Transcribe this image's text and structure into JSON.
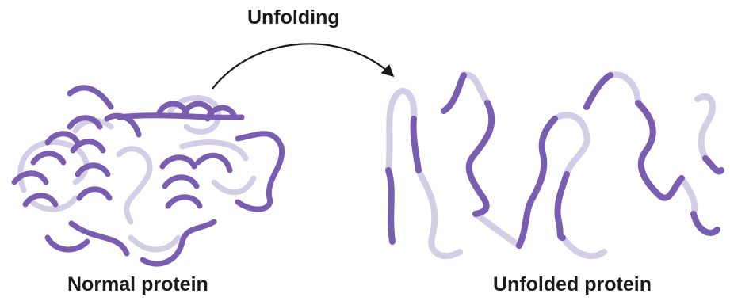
{
  "diagram": {
    "arrow_label": "Unfolding",
    "normal_label": "Normal protein",
    "unfolded_label": "Unfolded protein"
  },
  "colors": {
    "ribbon_dark": "#7a5db0",
    "ribbon_light": "#d3cde6",
    "arrow": "#1a1a1a"
  }
}
